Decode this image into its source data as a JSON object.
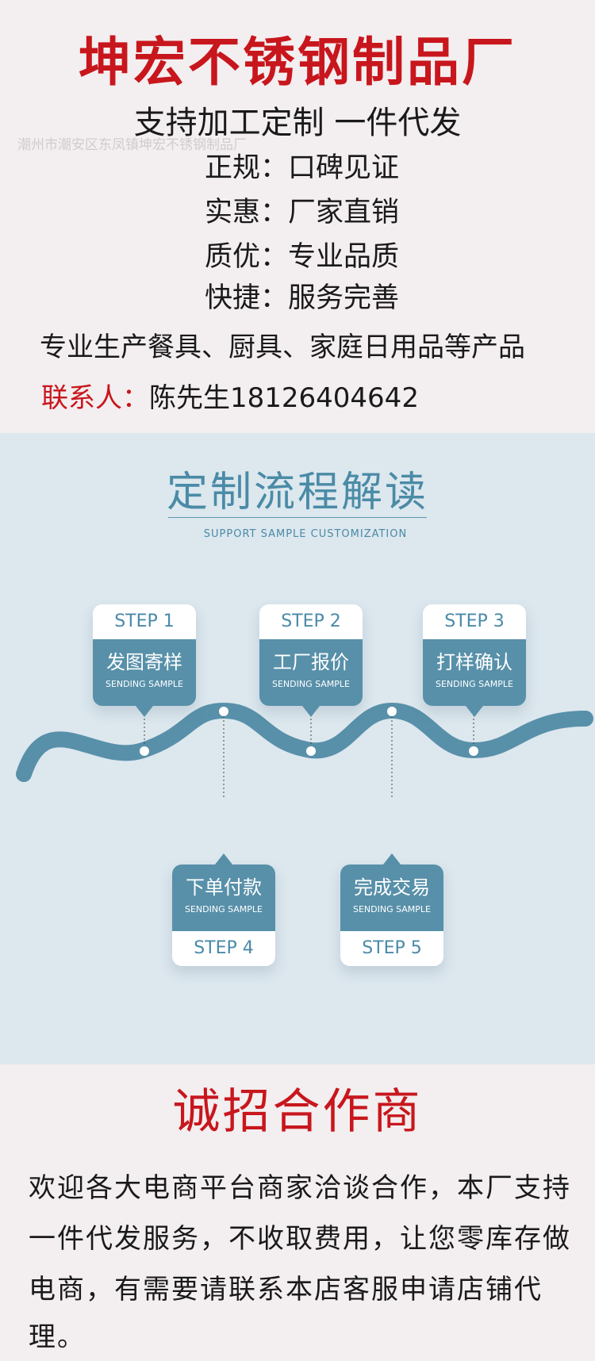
{
  "header": {
    "factory_name": "坤宏不锈钢制品厂",
    "tagline": "支持加工定制 一件代发",
    "watermark": "潮州市潮安区东凤镇坤宏不锈钢制品厂",
    "features": [
      {
        "label": "正规：",
        "value": "口碑见证"
      },
      {
        "label": "实惠：",
        "value": "厂家直销"
      },
      {
        "label": "质优：",
        "value": "专业品质"
      },
      {
        "label": "快捷：",
        "value": "服务完善"
      }
    ],
    "products": "专业生产餐具、厨具、家庭日用品等产品",
    "contact_label": "联系人：",
    "contact_value": "陈先生18126404642"
  },
  "process": {
    "title": "定制流程解读",
    "subtitle": "SUPPORT SAMPLE CUSTOMIZATION",
    "steps": [
      {
        "step": "STEP 1",
        "name": "发图寄样",
        "en": "SENDING SAMPLE"
      },
      {
        "step": "STEP 2",
        "name": "工厂报价",
        "en": "SENDING SAMPLE"
      },
      {
        "step": "STEP 3",
        "name": "打样确认",
        "en": "SENDING SAMPLE"
      },
      {
        "step": "STEP 4",
        "name": "下单付款",
        "en": "SENDING SAMPLE"
      },
      {
        "step": "STEP 5",
        "name": "完成交易",
        "en": "SENDING SAMPLE"
      }
    ]
  },
  "invite": {
    "title": "诚招合作商",
    "lines": [
      "欢迎各大电商平台商家洽谈合作，本厂支持",
      "一件代发服务，不收取费用，让您零库存做",
      "电商，有需要请联系本店客服申请店铺代理。"
    ]
  },
  "colors": {
    "brand_red": "#c8161d",
    "step_blue": "#5890a9",
    "process_bg": "#dce7ee",
    "page_bg": "#f3eeef"
  }
}
